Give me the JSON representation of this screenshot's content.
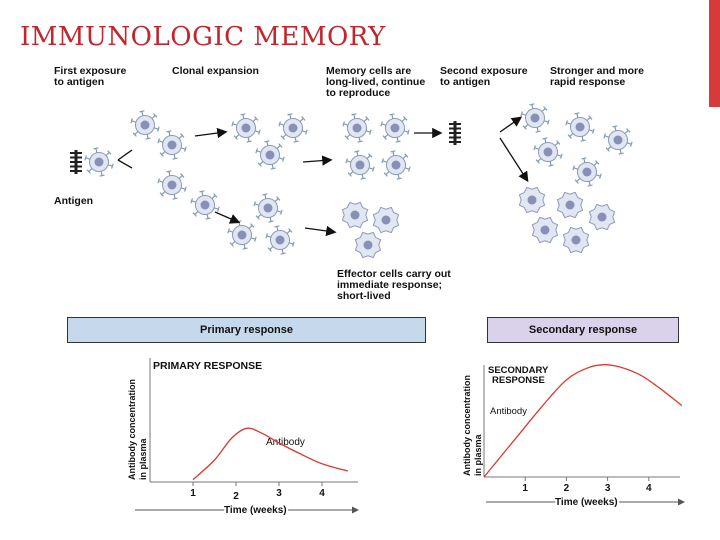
{
  "title": "IMMUNOLOGIC MEMORY",
  "diagram": {
    "first_exposure": "First exposure\nto antigen",
    "clonal_expansion": "Clonal expansion",
    "memory_cells": "Memory cells are\nlong-lived, continue\nto reproduce",
    "second_exposure": "Second exposure\nto antigen",
    "stronger": "Stronger and more\nrapid response",
    "antigen": "Antigen",
    "effector": "Effector cells carry out\nimmediate response;\nshort-lived"
  },
  "primary_box": "Primary response",
  "secondary_box": "Secondary response",
  "chart_data": [
    {
      "type": "line",
      "title": "PRIMARY RESPONSE",
      "ylabel_1": "Antibody concentration",
      "ylabel_2": "in plasma",
      "xlabel": "Time (weeks)",
      "series_label": "Antibody",
      "x_ticks": [
        "1",
        "2",
        "3",
        "4"
      ],
      "xlim": [
        0,
        5
      ],
      "ylim": [
        0,
        10
      ],
      "x": [
        1.0,
        1.5,
        1.9,
        2.25,
        2.6,
        3.0,
        3.5,
        4.0,
        4.6
      ],
      "y": [
        0.2,
        1.8,
        3.6,
        4.4,
        4.0,
        3.2,
        2.3,
        1.5,
        0.9
      ],
      "color": "#d93a2e"
    },
    {
      "type": "line",
      "title": "SECONDARY\nRESPONSE",
      "ylabel_1": "Antibody concentration",
      "ylabel_2": "in plasma",
      "xlabel": "Time (weeks)",
      "series_label": "Antibody",
      "x_ticks": [
        "1",
        "2",
        "3",
        "4"
      ],
      "xlim": [
        0,
        5
      ],
      "ylim": [
        0,
        10
      ],
      "x": [
        0.0,
        0.7,
        1.4,
        2.0,
        2.5,
        2.9,
        3.3,
        3.8,
        4.3,
        4.8
      ],
      "y": [
        0.0,
        3.0,
        6.0,
        8.3,
        9.3,
        9.6,
        9.4,
        8.7,
        7.5,
        6.1
      ],
      "color": "#d93a2e"
    }
  ],
  "colors": {
    "cell_fill": "#e1e6f3",
    "cell_stroke": "#8f9ab8",
    "nucleus": "#8890b8",
    "receptor": "#7f9bb0",
    "primary_box": "#c6d9ec",
    "secondary_box": "#d9d2ea",
    "curve": "#d93a2e"
  }
}
